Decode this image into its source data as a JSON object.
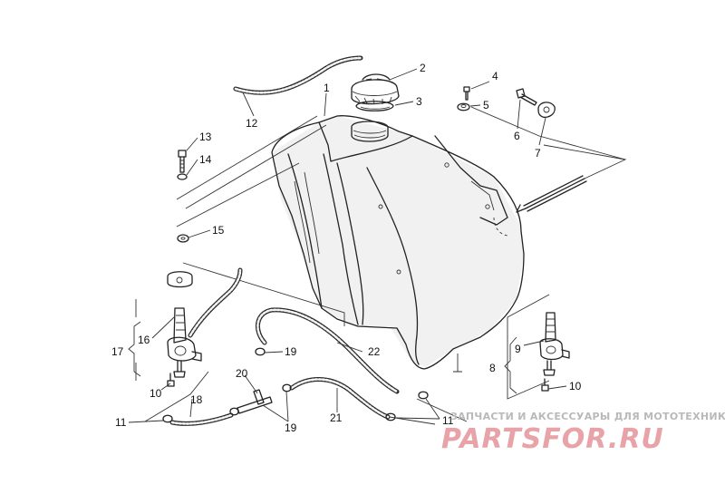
{
  "callouts": {
    "c1": "1",
    "c2": "2",
    "c3": "3",
    "c4": "4",
    "c5": "5",
    "c6": "6",
    "c7": "7",
    "c8": "8",
    "c9": "9",
    "c10a": "10",
    "c10b": "10",
    "c11a": "11",
    "c11b": "11",
    "c12": "12",
    "c13": "13",
    "c14": "14",
    "c15": "15",
    "c16": "16",
    "c17": "17",
    "c18": "18",
    "c19a": "19",
    "c19b": "19",
    "c20": "20",
    "c21": "21",
    "c22": "22"
  },
  "watermark": {
    "subtitle": "ЗАПЧАСТИ И АКСЕССУАРЫ ДЛЯ МОТОТЕХНИКИ",
    "brand": "PARTSFOR.RU"
  },
  "colors": {
    "line": "#222222",
    "watermark_brand": "#e8a3a9",
    "watermark_sub": "#b9b9b9"
  }
}
